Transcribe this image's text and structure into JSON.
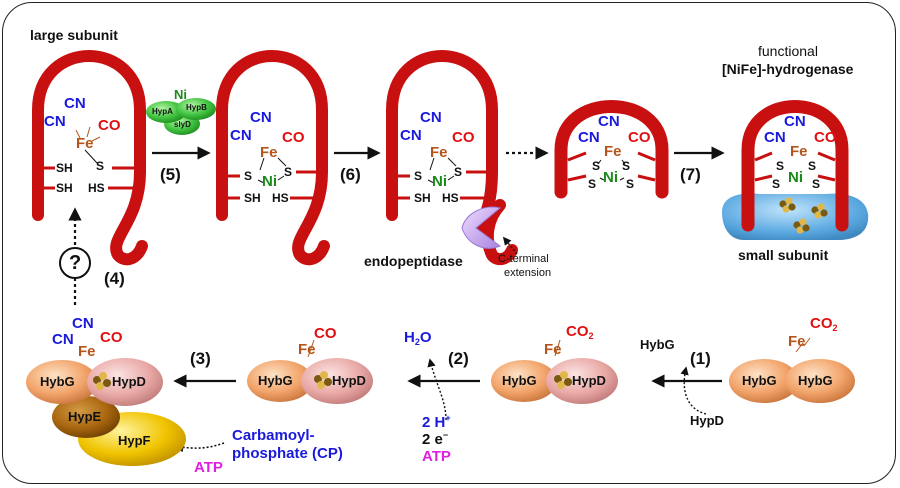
{
  "labels": {
    "large_subunit": "large subunit",
    "functional_line1": "functional",
    "functional_line2": "[NiFe]-hydrogenase",
    "small_subunit": "small subunit",
    "endopeptidase": "endopeptidase",
    "cterm_line1": "C-terminal",
    "cterm_line2": "extension",
    "question": "?"
  },
  "steps": {
    "s1": "(1)",
    "s2": "(2)",
    "s3": "(3)",
    "s4": "(4)",
    "s5": "(5)",
    "s6": "(6)",
    "s7": "(7)"
  },
  "chem": {
    "CN": "CN",
    "CO": "CO",
    "Fe": "Fe",
    "Ni": "Ni",
    "S": "S",
    "SH": "SH",
    "HS": "HS",
    "CO2_main": "CO",
    "CO2_sub": "2",
    "H2O_main1": "H",
    "H2O_sub": "2",
    "H2O_main2": "O",
    "H_plus_main": "2 H",
    "H_plus_sup": "+",
    "e_minus_main": "2 e",
    "e_minus_sup": "−",
    "ATP": "ATP"
  },
  "proteins": {
    "HybG": "HybG",
    "HypD": "HypD",
    "HypE": "HypE",
    "HypF": "HypF",
    "HypA": "HypA",
    "HypB": "HypB",
    "SlyD": "slyD"
  },
  "cp_line1": "Carbamoyl-",
  "cp_line2": "phosphate (CP)",
  "colors": {
    "subunit_red": "#d41414",
    "hybg": "#f2a46a",
    "hypd": "#e9a9a6",
    "hype": "#b06a10",
    "hypf": "#f0c400",
    "small_subunit": "#5aa8e0",
    "endopeptidase": "#c8a6f0",
    "hypab": "#3fc23f",
    "cn_blue": "#1a1adb",
    "fe_brown": "#b4561c",
    "ni_green": "#1a8a1a",
    "atp_magenta": "#e020e0"
  }
}
